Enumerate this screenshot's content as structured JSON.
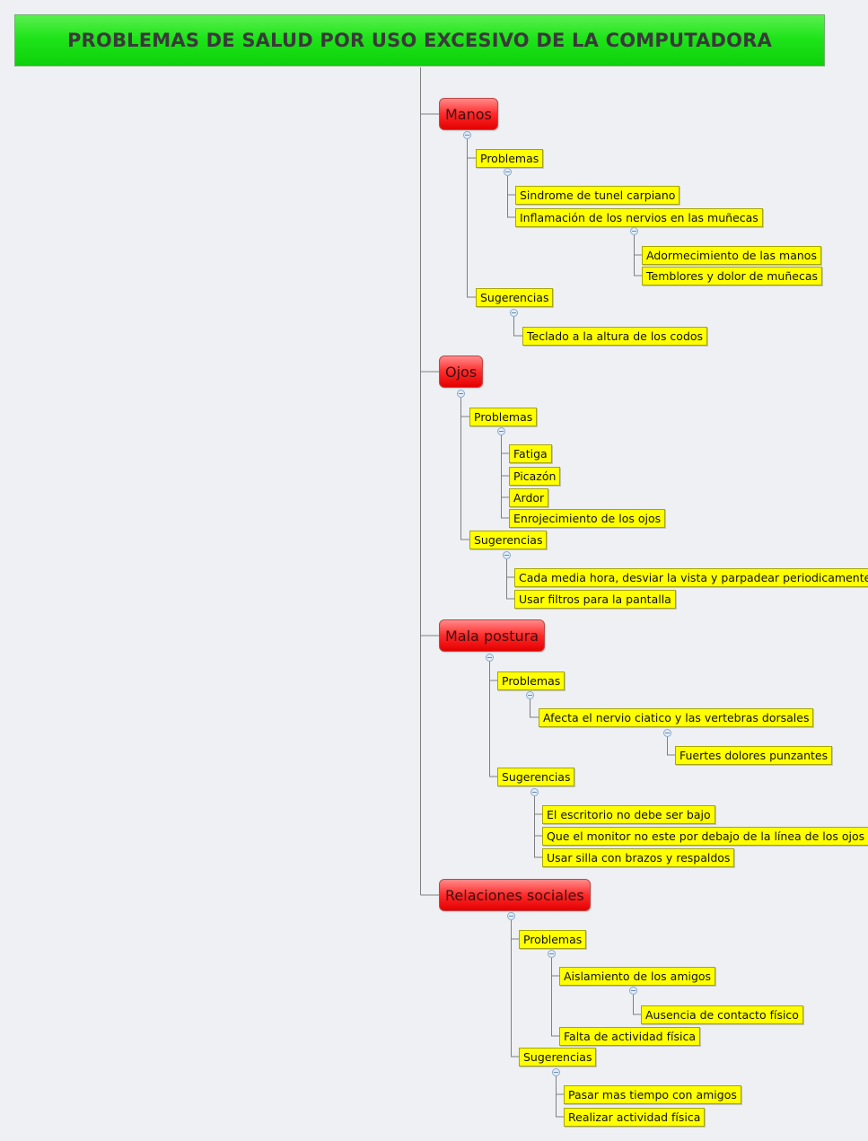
{
  "title": "PROBLEMAS DE SALUD POR USO EXCESIVO DE LA COMPUTADORA",
  "colors": {
    "title_bg": "#1fe41a",
    "topic_bg": "#ff2a2a",
    "node_bg": "#ffff00",
    "line": "#7f7f7f"
  },
  "topics": [
    {
      "label": "Manos",
      "problemas_label": "Problemas",
      "problemas": [
        "Sindrome de tunel carpiano",
        "Inflamación de los nervios en las muñecas"
      ],
      "problemas_sub": [
        "Adormecimiento de las manos",
        "Temblores y dolor de muñecas"
      ],
      "sugerencias_label": "Sugerencias",
      "sugerencias": [
        "Teclado a la altura de los codos"
      ]
    },
    {
      "label": "Ojos",
      "problemas_label": "Problemas",
      "problemas": [
        "Fatiga",
        "Picazón",
        "Ardor",
        "Enrojecimiento de los ojos"
      ],
      "sugerencias_label": "Sugerencias",
      "sugerencias": [
        "Cada media hora, desviar la vista y parpadear periodicamente",
        "Usar filtros para la pantalla"
      ]
    },
    {
      "label": "Mala postura",
      "problemas_label": "Problemas",
      "problemas": [
        "Afecta el nervio ciatico y las vertebras dorsales"
      ],
      "problemas_sub": [
        "Fuertes dolores punzantes"
      ],
      "sugerencias_label": "Sugerencias",
      "sugerencias": [
        "El escritorio no debe ser bajo",
        "Que el monitor no este por debajo de la línea de los ojos",
        "Usar silla con brazos y respaldos"
      ]
    },
    {
      "label": "Relaciones sociales",
      "problemas_label": "Problemas",
      "problemas": [
        "Aislamiento de los amigos",
        "Falta de actividad física"
      ],
      "problemas_sub": [
        "Ausencia de contacto físico"
      ],
      "sugerencias_label": "Sugerencias",
      "sugerencias": [
        "Pasar mas tiempo con amigos",
        "Realizar actividad física"
      ]
    }
  ]
}
